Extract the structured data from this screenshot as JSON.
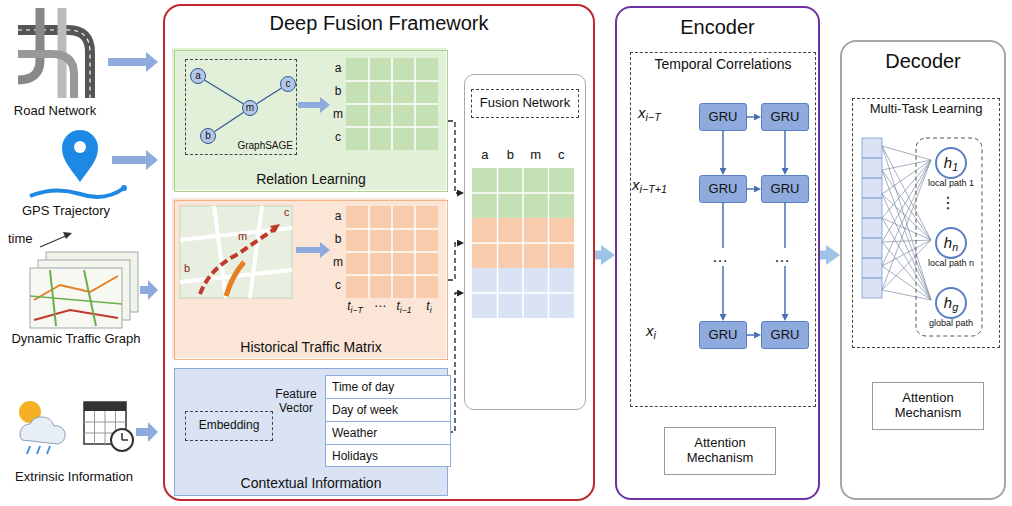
{
  "diagram": {
    "nodes": [
      {
        "text": [
          "Deep Fusion Framework"
        ]
      },
      {
        "text": [
          "Relation Learning"
        ],
        "in": 0
      },
      {
        "text": [
          "GraphSAGE"
        ],
        "in": 1
      },
      {
        "text": [
          "a"
        ],
        "in": 2
      },
      {
        "text": [
          "m"
        ],
        "in": 2
      },
      {
        "text": [
          "c"
        ],
        "in": 2
      },
      {
        "text": [
          "b"
        ],
        "in": 2
      },
      {
        "text": [
          "Historical Traffic Matrix"
        ],
        "in": 0
      },
      {
        "text": [
          "Contextual Information"
        ],
        "in": 0
      },
      {
        "text": [
          "Embedding"
        ],
        "in": 8
      },
      {
        "text": [
          "Time of day",
          "Day of week",
          "Weather",
          "Holidays"
        ],
        "in": 8
      },
      {
        "text": [
          "Fusion Network"
        ],
        "in": 0
      },
      {
        "text": [
          "Encoder"
        ]
      },
      {
        "text": [
          "Temporal Correlations"
        ],
        "in": 12
      },
      {
        "text": [
          "GRU"
        ],
        "in": 13
      },
      {
        "text": [
          "GRU"
        ],
        "in": 13
      },
      {
        "text": [
          "GRU"
        ],
        "in": 13
      },
      {
        "text": [
          "GRU"
        ],
        "in": 13
      },
      {
        "text": [
          "GRU"
        ],
        "in": 13
      },
      {
        "text": [
          "GRU"
        ],
        "in": 13
      },
      {
        "text": [
          "Attention Mechanism"
        ],
        "in": 12
      },
      {
        "text": [
          "Decoder"
        ]
      },
      {
        "text": [
          "Multi-Task Learning"
        ],
        "in": 21
      },
      {
        "text": [
          "h1",
          "local path 1"
        ],
        "in": 22
      },
      {
        "text": [
          "hn",
          "local path n"
        ],
        "in": 22
      },
      {
        "text": [
          "hg",
          "global path"
        ],
        "in": 22
      },
      {
        "text": [
          "Attention Mechanism"
        ],
        "in": 21
      }
    ],
    "edges": [
      {
        "from": 3,
        "to": 4,
        "arrow": "none"
      },
      {
        "from": 4,
        "to": 5,
        "arrow": "none"
      },
      {
        "from": 6,
        "to": 4,
        "arrow": "none"
      },
      {
        "from": 1,
        "to": 11,
        "arrow": "to"
      },
      {
        "from": 7,
        "to": 11,
        "arrow": "to"
      },
      {
        "from": 8,
        "to": 11,
        "arrow": "to"
      },
      {
        "from": 0,
        "to": 12,
        "arrow": "to"
      },
      {
        "from": 14,
        "to": 15,
        "arrow": "to"
      },
      {
        "from": 14,
        "to": 16,
        "arrow": "to"
      },
      {
        "from": 15,
        "to": 17,
        "arrow": "to"
      },
      {
        "from": 16,
        "to": 17,
        "arrow": "to"
      },
      {
        "from": 16,
        "to": 18,
        "arrow": "to"
      },
      {
        "from": 17,
        "to": 19,
        "arrow": "to"
      },
      {
        "from": 18,
        "to": 19,
        "arrow": "to"
      },
      {
        "from": 12,
        "to": 21,
        "arrow": "to"
      }
    ],
    "labels": [
      "Road Network",
      "GPS Trajectory",
      "time",
      "Dynamic Traffic Graph",
      "Extrinsic Information",
      "a",
      "b",
      "m",
      "c",
      "a",
      "b",
      "m",
      "c",
      "ti−T",
      "⋯",
      "ti−1",
      "ti",
      "Feature Vector",
      "a",
      "b",
      "m",
      "c",
      "xi−T",
      "xi−T+1",
      "…",
      "…",
      "xi",
      "⋮",
      "m",
      "b",
      "c"
    ]
  }
}
